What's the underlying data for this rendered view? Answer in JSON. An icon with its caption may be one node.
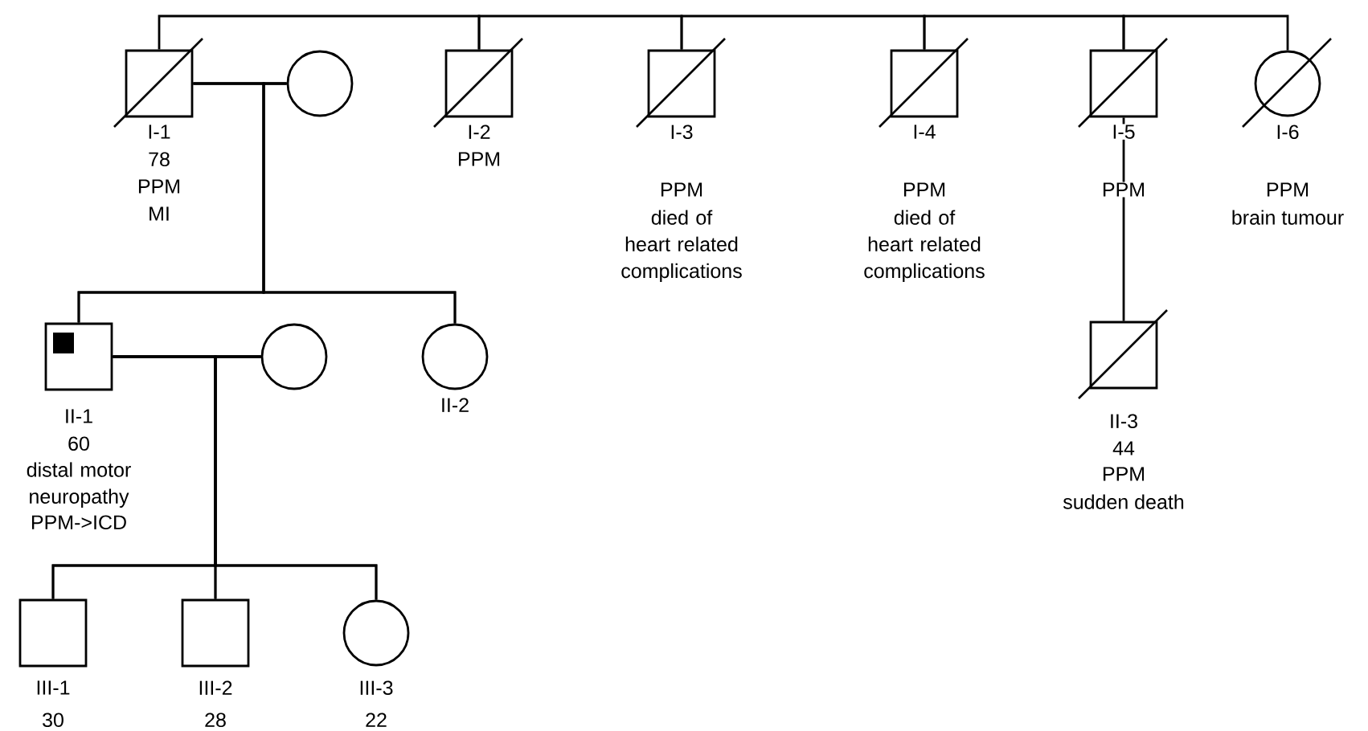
{
  "diagram": {
    "nodes": [
      {
        "text": [],
        "shape": "box",
        "beside": [
          "I-1",
          "78",
          "PPM",
          "MI"
        ]
      },
      {
        "text": [],
        "shape": "circle"
      },
      {
        "text": [],
        "shape": "box",
        "beside": [
          "I-2",
          "PPM"
        ]
      },
      {
        "text": [],
        "shape": "box",
        "beside": [
          "I-3",
          "PPM",
          "died of heart related complications"
        ]
      },
      {
        "text": [],
        "shape": "box",
        "beside": [
          "I-4",
          "PPM",
          "died of heart related complications"
        ]
      },
      {
        "text": [],
        "shape": "box",
        "beside": [
          "I-5",
          "PPM"
        ]
      },
      {
        "text": [],
        "shape": "circle",
        "beside": [
          "I-6",
          "PPM",
          "brain tumour"
        ]
      },
      {
        "text": [],
        "shape": "box",
        "beside": [
          "II-1",
          "60",
          "distal motor neuropathy",
          "PPM->ICD"
        ]
      },
      {
        "text": [],
        "shape": "circle"
      },
      {
        "text": [],
        "shape": "circle",
        "beside": [
          "II-2"
        ]
      },
      {
        "text": [],
        "shape": "box",
        "beside": [
          "II-3",
          "44",
          "PPM",
          "sudden death"
        ]
      },
      {
        "text": [],
        "shape": "box",
        "beside": [
          "III-1",
          "30"
        ]
      },
      {
        "text": [],
        "shape": "box",
        "beside": [
          "III-2",
          "28"
        ]
      },
      {
        "text": [],
        "shape": "circle",
        "beside": [
          "III-3",
          "22"
        ]
      }
    ],
    "edges": [
      {
        "from": 0,
        "to": 2,
        "arrow": "none"
      },
      {
        "from": 2,
        "to": 3,
        "arrow": "none"
      },
      {
        "from": 3,
        "to": 4,
        "arrow": "none"
      },
      {
        "from": 4,
        "to": 5,
        "arrow": "none"
      },
      {
        "from": 5,
        "to": 6,
        "arrow": "none"
      },
      {
        "from": 0,
        "to": 1,
        "arrow": "none"
      },
      {
        "from": 0,
        "to": 7,
        "arrow": "none"
      },
      {
        "from": 1,
        "to": 7,
        "arrow": "none"
      },
      {
        "from": 0,
        "to": 9,
        "arrow": "none"
      },
      {
        "from": 1,
        "to": 9,
        "arrow": "none"
      },
      {
        "from": 7,
        "to": 8,
        "arrow": "none"
      },
      {
        "from": 7,
        "to": 11,
        "arrow": "none"
      },
      {
        "from": 8,
        "to": 11,
        "arrow": "none"
      },
      {
        "from": 7,
        "to": 12,
        "arrow": "none"
      },
      {
        "from": 8,
        "to": 12,
        "arrow": "none"
      },
      {
        "from": 7,
        "to": 13,
        "arrow": "none"
      },
      {
        "from": 8,
        "to": 13,
        "arrow": "none"
      },
      {
        "from": 5,
        "to": 10,
        "arrow": "none"
      }
    ]
  }
}
